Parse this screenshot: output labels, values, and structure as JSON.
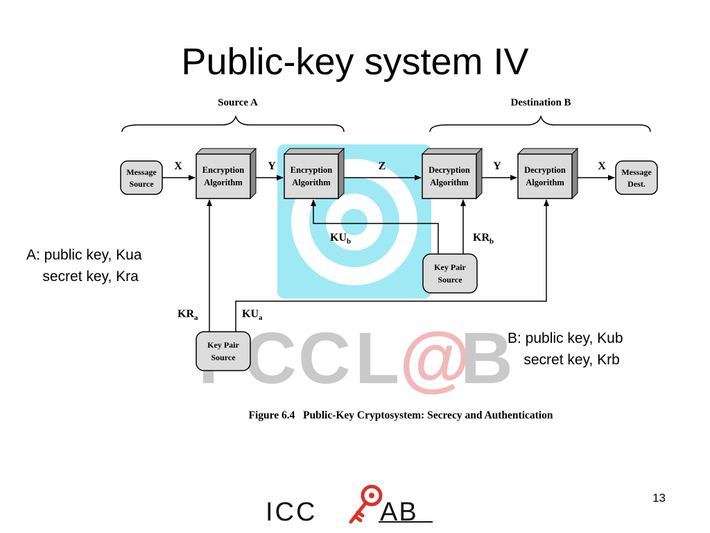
{
  "slide": {
    "title": "Public-key system IV",
    "page_number": "13"
  },
  "watermark": {
    "text": "ICCL@B"
  },
  "diagram": {
    "source_label": "Source A",
    "destination_label": "Destination B",
    "nodes": {
      "message_source": [
        "Message",
        "Source"
      ],
      "enc1": [
        "Encryption",
        "Algorithm"
      ],
      "enc2": [
        "Encryption",
        "Algorithm"
      ],
      "dec1": [
        "Decryption",
        "Algorithm"
      ],
      "dec2": [
        "Decryption",
        "Algorithm"
      ],
      "message_dest": [
        "Message",
        "Dest."
      ],
      "keypair_b": [
        "Key Pair",
        "Source"
      ],
      "keypair_a": [
        "Key Pair",
        "Source"
      ]
    },
    "edge_labels": {
      "x1": "X",
      "y1": "Y",
      "z": "Z",
      "y2": "Y",
      "x2": "X",
      "kub": "KU",
      "kub_sub": "b",
      "krb": "KR",
      "krb_sub": "b",
      "kra": "KR",
      "kra_sub": "a",
      "kua": "KU",
      "kua_sub": "a"
    },
    "caption": "Figure 6.4   Public-Key Cryptosystem: Secrecy and Authentication"
  },
  "notes": {
    "a": "A: public key, Kua\n    secret key, Kra",
    "b": "B: public key, Kub\n    secret key, Krb"
  },
  "logo": {
    "left": "ICC",
    "right": "AB"
  },
  "colors": {
    "watermark_cyan": "#9fe9f5",
    "watermark_pink": "#f2b8b8",
    "watermark_gray": "#c9c9c9",
    "box_fill": "#dcdcdc",
    "box_side": "#8a8a8a",
    "logo_key": "#d8332a"
  }
}
